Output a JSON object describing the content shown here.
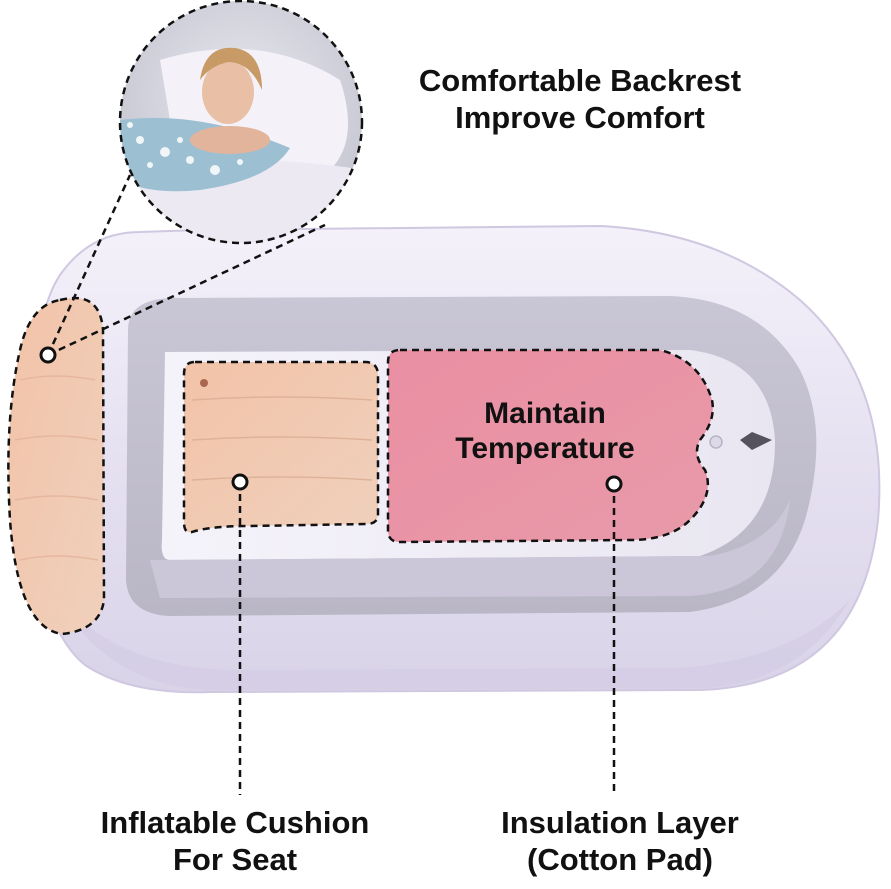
{
  "callouts": {
    "backrest": {
      "line1": "Comfortable Backrest",
      "line2": "Improve Comfort"
    },
    "temperature": {
      "line1": "Maintain",
      "line2": "Temperature"
    },
    "cushion": {
      "line1": "Inflatable Cushion",
      "line2": "For Seat"
    },
    "insulation": {
      "line1": "Insulation Layer",
      "line2": "(Cotton Pad)"
    }
  },
  "colors": {
    "tub_outer": "#e9e4f3",
    "tub_inner": "#d3d0df",
    "tub_floor": "#f2f0f8",
    "backrest_pad": "#f3c7b0",
    "seat_cushion": "#f2c9ad",
    "insulation_pad": "#e98fa2",
    "callout_line": "#111111"
  },
  "icons": [
    "inset-photo-backrest",
    "drain-valve-icon",
    "air-valve-icon"
  ]
}
